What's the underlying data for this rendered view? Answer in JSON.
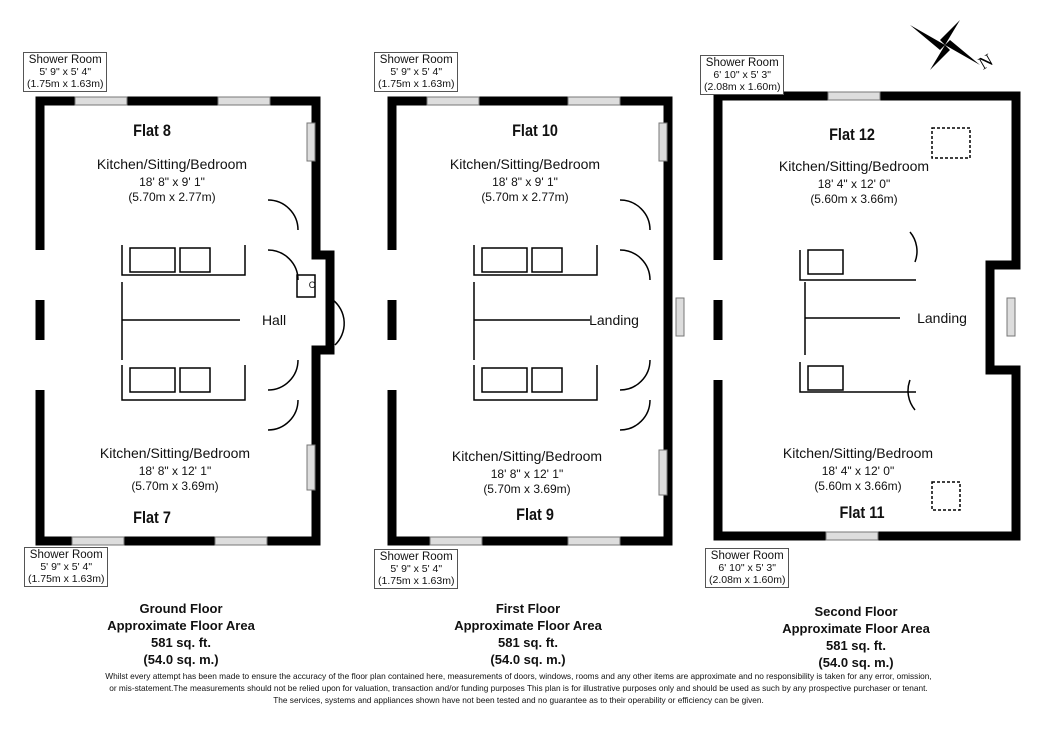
{
  "floors": [
    {
      "name": "Ground Floor",
      "area_label": "Approximate Floor Area",
      "sqft": "581 sq. ft.",
      "sqm": "(54.0 sq. m.)",
      "top_flat": "Flat 8",
      "bottom_flat": "Flat 7",
      "center_room": "Hall",
      "cupboard": "C",
      "top_room": {
        "name": "Kitchen/Sitting/Bedroom",
        "imperial": "18' 8\" x 9' 1\"",
        "metric": "(5.70m x 2.77m)"
      },
      "bottom_room": {
        "name": "Kitchen/Sitting/Bedroom",
        "imperial": "18' 8\" x 12' 1\"",
        "metric": "(5.70m x 3.69m)"
      },
      "top_shower": {
        "name": "Shower Room",
        "imperial": "5' 9\" x 5' 4\"",
        "metric": "(1.75m x 1.63m)"
      },
      "bottom_shower": {
        "name": "Shower Room",
        "imperial": "5' 9\" x 5' 4\"",
        "metric": "(1.75m x 1.63m)"
      }
    },
    {
      "name": "First Floor",
      "area_label": "Approximate Floor Area",
      "sqft": "581 sq. ft.",
      "sqm": "(54.0 sq. m.)",
      "top_flat": "Flat 10",
      "bottom_flat": "Flat 9",
      "center_room": "Landing",
      "top_room": {
        "name": "Kitchen/Sitting/Bedroom",
        "imperial": "18' 8\" x 9' 1\"",
        "metric": "(5.70m x 2.77m)"
      },
      "bottom_room": {
        "name": "Kitchen/Sitting/Bedroom",
        "imperial": "18' 8\" x 12' 1\"",
        "metric": "(5.70m x 3.69m)"
      },
      "top_shower": {
        "name": "Shower Room",
        "imperial": "5' 9\" x 5' 4\"",
        "metric": "(1.75m x 1.63m)"
      },
      "bottom_shower": {
        "name": "Shower Room",
        "imperial": "5' 9\" x 5' 4\"",
        "metric": "(1.75m x 1.63m)"
      }
    },
    {
      "name": "Second Floor",
      "area_label": "Approximate Floor Area",
      "sqft": "581 sq. ft.",
      "sqm": "(54.0 sq. m.)",
      "top_flat": "Flat 12",
      "bottom_flat": "Flat 11",
      "center_room": "Landing",
      "top_room": {
        "name": "Kitchen/Sitting/Bedroom",
        "imperial": "18' 4\" x 12' 0\"",
        "metric": "(5.60m x 3.66m)"
      },
      "bottom_room": {
        "name": "Kitchen/Sitting/Bedroom",
        "imperial": "18' 4\" x 12' 0\"",
        "metric": "(5.60m x 3.66m)"
      },
      "top_shower": {
        "name": "Shower Room",
        "imperial": "6' 10\" x 5' 3\"",
        "metric": "(2.08m x 1.60m)"
      },
      "bottom_shower": {
        "name": "Shower Room",
        "imperial": "6' 10\" x 5' 3\"",
        "metric": "(2.08m x 1.60m)"
      }
    }
  ],
  "compass": {
    "label": "N",
    "icon": "compass-rose-icon"
  },
  "disclaimer": [
    "Whilst every attempt has been made to ensure the accuracy of the floor plan contained here, measurements of doors, windows, rooms and any other items are approximate and no responsibility is taken for any error, omission,",
    "or mis-statement.The measurements should not be relied upon for valuation, transaction and/or funding purposes This plan is for illustrative purposes only and should be used as such by any prospective purchaser or tenant.",
    "The services, systems and appliances shown have not been tested and no guarantee as to their operability or efficiency can be given."
  ]
}
